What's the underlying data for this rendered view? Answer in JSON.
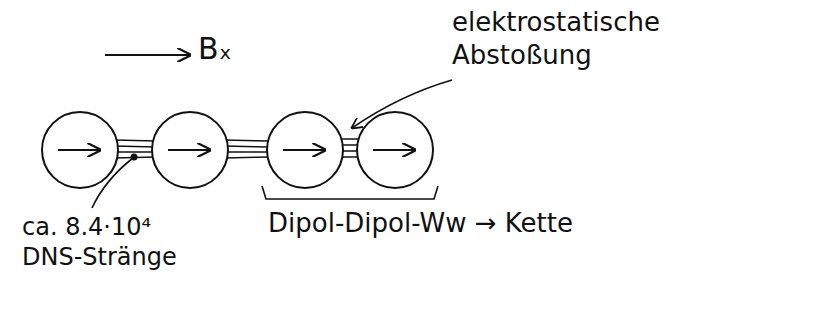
{
  "diagram": {
    "labels": [
      "Bₓ",
      "elektrostatische Abstoßung",
      "ca. 8.4·10⁴ DNS-Stränge",
      "Dipol-Dipol-Ww → Kette"
    ]
  }
}
